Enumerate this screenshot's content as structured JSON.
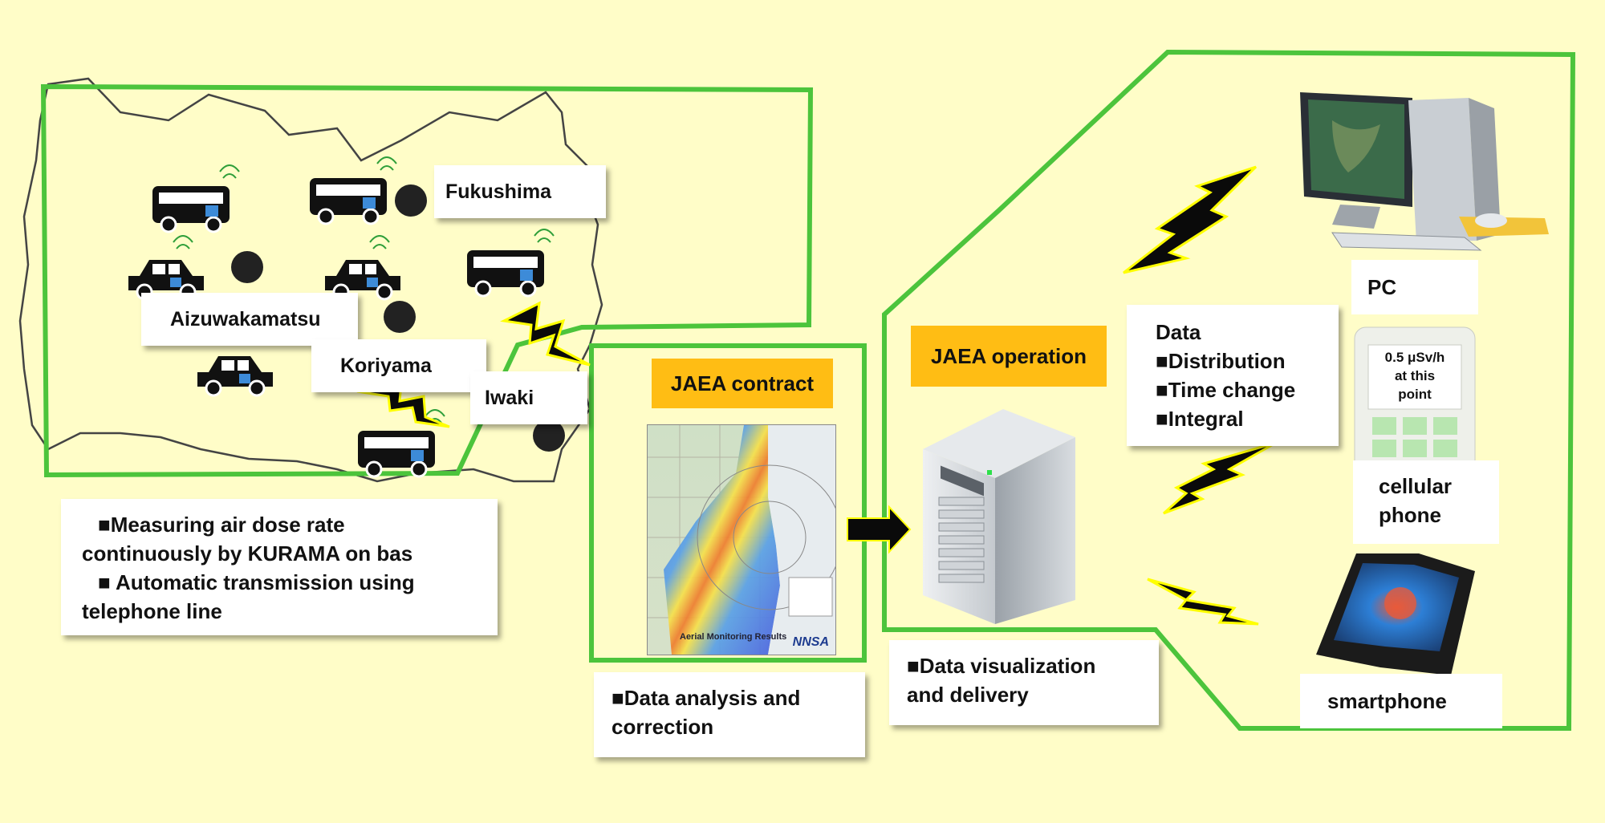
{
  "cities": {
    "fukushima": "Fukushima",
    "aizuwakamatsu": "Aizuwakamatsu",
    "koriyama": "Koriyama",
    "iwaki": "Iwaki"
  },
  "measuring": {
    "line1": "■Measuring  air dose rate",
    "line2": "continuously by KURAMA on bas",
    "line3": "■ Automatic transmission using",
    "line4": "telephone line"
  },
  "contract": {
    "title": "JAEA contract",
    "map_caption": "Aerial Monitoring Results",
    "map_logo": "NNSA",
    "desc_line1": "■Data analysis and",
    "desc_line2": "correction"
  },
  "operation": {
    "title": "JAEA operation",
    "desc_line1": "■Data visualization",
    "desc_line2": "and delivery"
  },
  "data_box": {
    "line1": "Data",
    "line2": "■Distribution",
    "line3": "■Time change",
    "line4": "■Integral"
  },
  "devices": {
    "pc": "PC",
    "phone_screen_line1": "0.5 μSv/h",
    "phone_screen_line2": "at this",
    "phone_screen_line3": "point",
    "cellular_line1": "cellular",
    "cellular_line2": "phone",
    "smartphone": "smartphone"
  },
  "colors": {
    "background": "#fffdc8",
    "frame": "#4cc43c",
    "accent": "#ffbd14",
    "bolt": "#0a0a0a",
    "bolt_outline": "#ffff00"
  }
}
